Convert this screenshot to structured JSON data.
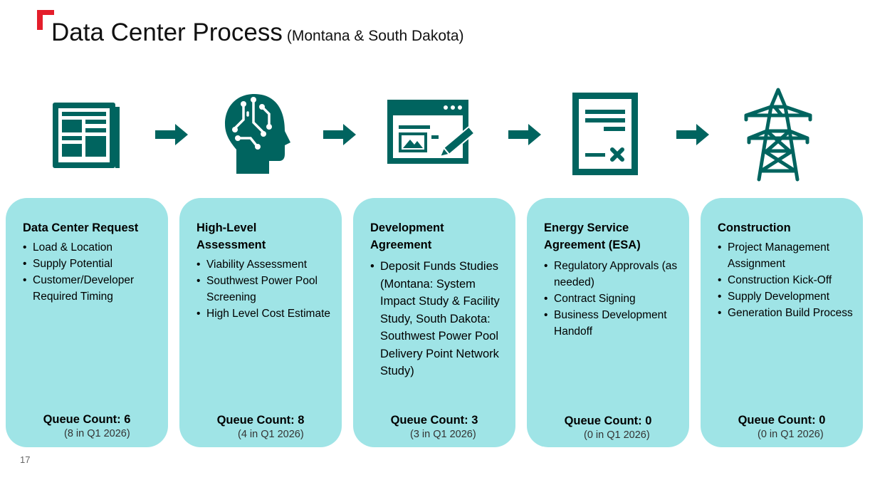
{
  "header": {
    "title": "Data Center Process",
    "subtitle": "(Montana & South Dakota)"
  },
  "colors": {
    "teal": "#00645f",
    "card_bg": "#9fe4e6",
    "logo_red": "#e41e2b"
  },
  "icons": [
    "newspaper-icon",
    "ai-head-icon",
    "web-form-pen-icon",
    "signed-document-icon",
    "power-tower-icon"
  ],
  "steps": [
    {
      "title": "Data Center Request",
      "bullets": [
        "Load & Location",
        "Supply Potential",
        "Customer/Developer Required Timing"
      ],
      "queue": "Queue Count: 6",
      "queue_sub": "(8 in Q1 2026)"
    },
    {
      "title": "High-Level Assessment",
      "bullets": [
        "Viability Assessment",
        "Southwest Power Pool Screening",
        "High Level Cost Estimate"
      ],
      "queue": "Queue Count: 8",
      "queue_sub": "(4 in Q1 2026)"
    },
    {
      "title": "Development Agreement",
      "bullets": [
        "Deposit Funds Studies (Montana: System Impact Study & Facility Study, South Dakota: Southwest Power Pool Delivery Point Network Study)"
      ],
      "queue": "Queue Count: 3",
      "queue_sub": "(3 in Q1 2026)"
    },
    {
      "title": "Energy Service Agreement (ESA)",
      "bullets": [
        "Regulatory Approvals (as needed)",
        "Contract Signing",
        "Business Development Handoff"
      ],
      "queue": "Queue Count: 0",
      "queue_sub": "(0 in Q1 2026)"
    },
    {
      "title": "Construction",
      "bullets": [
        "Project Management Assignment",
        "Construction Kick-Off",
        "Supply Development",
        "Generation Build Process"
      ],
      "queue": "Queue Count: 0",
      "queue_sub": "(0 in Q1 2026)"
    }
  ],
  "page_number": "17"
}
